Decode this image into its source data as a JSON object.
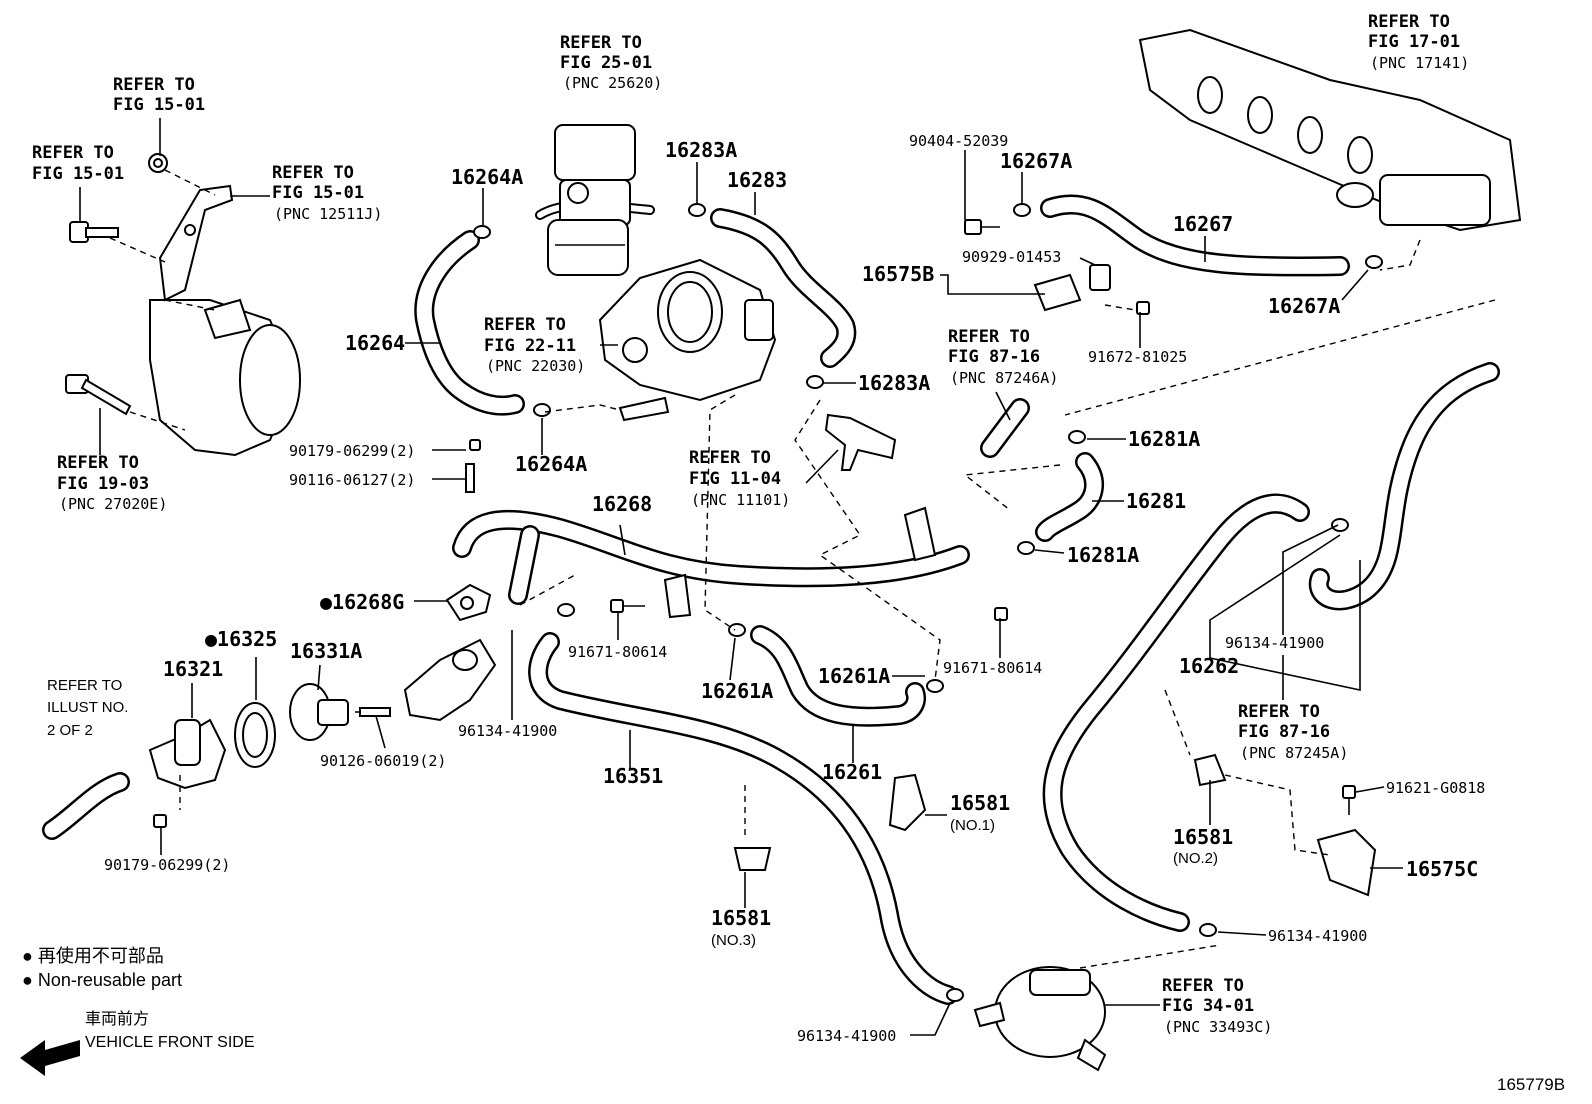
{
  "labels": {
    "refer_25_a": "REFER TO",
    "refer_25_b": "FIG 25-01",
    "refer_25_c": "(PNC 25620)",
    "refer_15_top_a": "REFER TO",
    "refer_15_top_b": "FIG 15-01",
    "refer_15_left_a": "REFER TO",
    "refer_15_left_b": "FIG 15-01",
    "refer_15_right_a": "REFER TO",
    "refer_15_right_b": "FIG 15-01",
    "refer_15_right_c": "(PNC 12511J)",
    "refer_17_a": "REFER TO",
    "refer_17_b": "FIG 17-01",
    "refer_17_c": "(PNC 17141)",
    "refer_22_a": "REFER TO",
    "refer_22_b": "FIG 22-11",
    "refer_22_c": "(PNC 22030)",
    "refer_87_246_a": "REFER TO",
    "refer_87_246_b": "FIG 87-16",
    "refer_87_246_c": "(PNC 87246A)",
    "refer_19_a": "REFER TO",
    "refer_19_b": "FIG 19-03",
    "refer_19_c": "(PNC 27020E)",
    "refer_11_a": "REFER TO",
    "refer_11_b": "FIG 11-04",
    "refer_11_c": "(PNC 11101)",
    "refer_87_245_a": "REFER TO",
    "refer_87_245_b": "FIG 87-16",
    "refer_87_245_c": "(PNC 87245A)",
    "refer_34_a": "REFER TO",
    "refer_34_b": "FIG 34-01",
    "refer_34_c": "(PNC 33493C)",
    "refer_illust_a": "REFER TO",
    "refer_illust_b": "ILLUST NO.",
    "refer_illust_c": "2 OF 2",
    "p16264A_top": "16264A",
    "p16283A_top": "16283A",
    "p16283": "16283",
    "p90404": "90404-52039",
    "p16267A_top": "16267A",
    "p16267": "16267",
    "p16575B": "16575B",
    "p90929": "90929-01453",
    "p16267A_right": "16267A",
    "p91672": "91672-81025",
    "p16264": "16264",
    "p16283A_mid": "16283A",
    "p16281A_top": "16281A",
    "p16281": "16281",
    "p16281A_bottom": "16281A",
    "p90179_mid": "90179-06299(2)",
    "p90116": "90116-06127(2)",
    "p16264A_bottom": "16264A",
    "p16268": "16268",
    "p16268G": "16268G",
    "p16325": "16325",
    "p16321": "16321",
    "p16331A": "16331A",
    "p91671_left": "91671-80614",
    "p91671_right": "91671-80614",
    "p16261A_left": "16261A",
    "p16261A_right": "16261A",
    "p96134_left": "96134-41900",
    "p90126": "90126-06019(2)",
    "p16351": "16351",
    "p16261": "16261",
    "p16581_1": "16581",
    "p16581_1_sub": "(NO.1)",
    "p16262": "16262",
    "p96134_right": "96134-41900",
    "p16581_2": "16581",
    "p16581_2_sub": "(NO.2)",
    "p91621": "91621-G0818",
    "p16575C": "16575C",
    "p16581_3": "16581",
    "p16581_3_sub": "(NO.3)",
    "p90179_bottom": "90179-06299(2)",
    "p96134_lower_right": "96134-41900",
    "p96134_bottom": "96134-41900"
  },
  "legend": {
    "japanese": "再使用不可部品",
    "english": "Non-reusable part"
  },
  "direction": {
    "japanese": "車両前方",
    "english": "VEHICLE FRONT SIDE"
  },
  "illustration_id": "165779B"
}
